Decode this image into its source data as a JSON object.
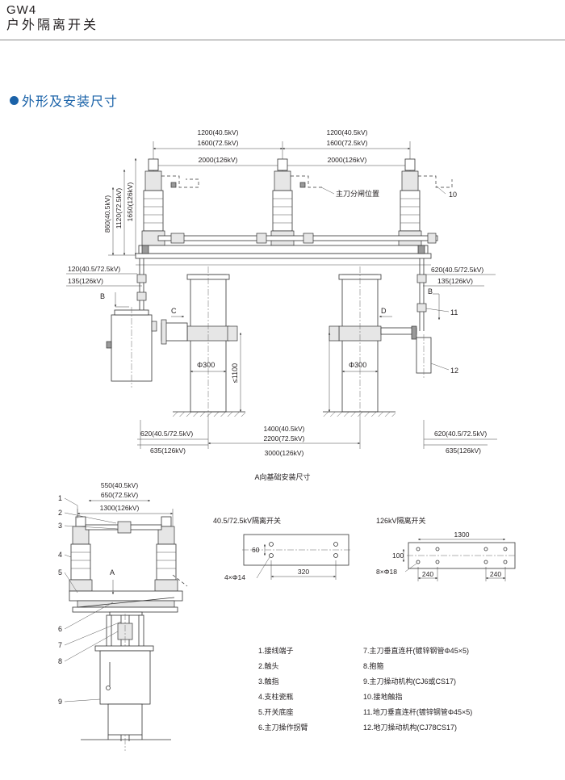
{
  "header": {
    "model": "GW4",
    "name": "户外隔离开关"
  },
  "section_title": "外形及安装尺寸",
  "front_view": {
    "span_dims": [
      "1200(40.5kV)",
      "1600(72.5kV)",
      "2000(126kV)"
    ],
    "height_dims": [
      "860(40.5kV)",
      "1120(72.5kV)",
      "1650(126kV)"
    ],
    "left_offset": [
      "120(40.5/72.5kV)",
      "135(126kV)"
    ],
    "right_offset": [
      "620(40.5/72.5kV)",
      "135(126kV)"
    ],
    "blade_position": "主刀分闸位置",
    "callouts": [
      "10",
      "11",
      "12"
    ],
    "views": [
      "B",
      "C",
      "D",
      "B"
    ],
    "diameter": "Φ300",
    "base_height": "≤1100",
    "bottom_dims": {
      "left": [
        "620(40.5/72.5kV)",
        "635(126kV)"
      ],
      "center": [
        "1400(40.5kV)",
        "2200(72.5kV)",
        "3000(126kV)"
      ],
      "right": [
        "620(40.5/72.5kV)",
        "635(126kV)"
      ]
    },
    "caption": "A向基础安装尺寸"
  },
  "side_view": {
    "top_dims": [
      "550(40.5kV)",
      "650(72.5kV)",
      "1300(126kV)"
    ],
    "callouts": [
      "1",
      "2",
      "3",
      "4",
      "5",
      "6",
      "7",
      "8",
      "9"
    ],
    "arrow_label": "A"
  },
  "foundation_left": {
    "title": "40.5/72.5kV隔离开关",
    "dim_a": "60",
    "dim_b": "320",
    "holes": "4×Φ14"
  },
  "foundation_right": {
    "title": "126kV隔离开关",
    "dim_a": "1300",
    "dim_b": "100",
    "dim_c": "240",
    "dim_d": "240",
    "holes": "8×Φ18"
  },
  "parts_left": [
    "1.接线端子",
    "2.触头",
    "3.触指",
    "4.支柱瓷瓶",
    "5.开关底座",
    "6.主刀操作拐臂"
  ],
  "parts_right": [
    "7.主刀垂直连杆(镀锌钢管Φ45×5)",
    "8.抱箍",
    "9.主刀操动机构(CJ6或CS17)",
    "10.接地触指",
    "11.地刀垂直连杆(镀锌钢管Φ45×5)",
    "12.地刀操动机构(CJ78CS17)"
  ]
}
